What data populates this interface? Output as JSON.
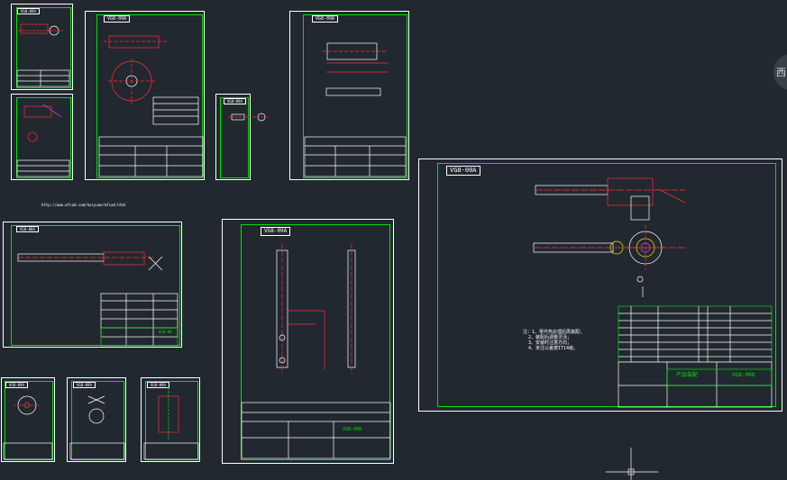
{
  "viewcube": {
    "label": "西"
  },
  "url_text": "http://www.mfcad.com/huiyuan/mfcad.html",
  "sheets": {
    "s1": {
      "tag": "VG8-09A"
    },
    "s2": {
      "tag": "VG8-09A"
    },
    "s3": {
      "tag": "VG8-09A"
    },
    "s4": {
      "tag": "VG8-09A"
    },
    "s5": {
      "tag": "VG8-09A"
    },
    "s6": {
      "tag": "VG8-08A",
      "title_code": "VG8-08"
    },
    "s7": {
      "tag": "VG8-09A"
    },
    "s8": {
      "tag": "VG8-09A"
    },
    "s9": {
      "tag": "VG8-09A"
    },
    "s10": {
      "tag": "VG8-09A"
    },
    "s11": {
      "tag": "VG8-00A",
      "title_code": "VG8-008"
    }
  },
  "main_sheet": {
    "notes": [
      "注：1、零件热处理后再装配；",
      "2、装配后调整灵活；",
      "3、安装时注意方向；",
      "4、未注公差按IT14级。"
    ],
    "title_name": "产品装配",
    "title_code": "VG8-008"
  },
  "cursor": {
    "label": "crosshair"
  }
}
